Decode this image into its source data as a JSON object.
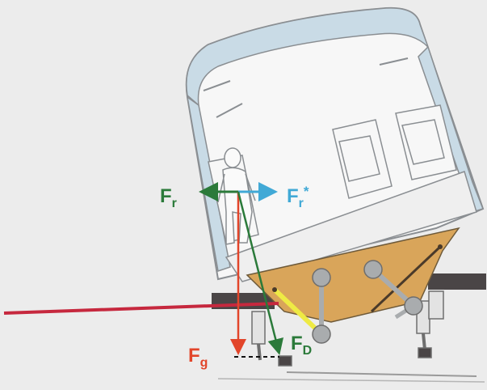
{
  "colors": {
    "background": "#ececec",
    "body_fill": "#f7f7f7",
    "body_outline": "#8a8e92",
    "window_band": "#c9dbe6",
    "bogie_fill": "#d9a55a",
    "track_dark": "#4a4546",
    "link_grey": "#a9acae",
    "link_yellow": "#eeea44",
    "force_green": "#2b7a3a",
    "force_cyan": "#41a9d6",
    "force_red": "#e2452a",
    "rail_red": "#c6283e"
  },
  "labels": {
    "fr": {
      "main": "F",
      "sub": "r"
    },
    "fr_star": {
      "main": "F",
      "sub": "r",
      "sup": "*"
    },
    "fg": {
      "main": "F",
      "sub": "g"
    },
    "fd": {
      "main": "F",
      "sub": "D"
    }
  },
  "icons": [
    "passenger-figure-icon",
    "seat-icon"
  ]
}
